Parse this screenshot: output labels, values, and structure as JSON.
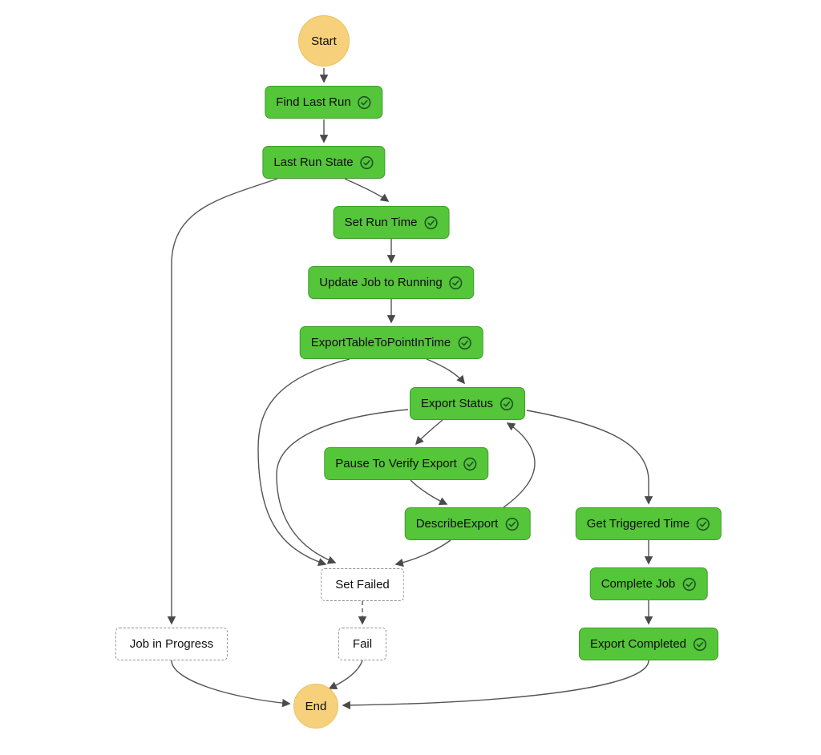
{
  "diagram": {
    "kind": "state-machine-execution-graph",
    "background": "#ffffff",
    "colors": {
      "succeeded_fill": "#55c53a",
      "succeeded_border": "#3f9e2b",
      "terminal_fill": "#f6d07a",
      "terminal_border": "#eac463",
      "not_executed_fill": "#ffffff",
      "not_executed_border": "#8f8f8f",
      "edge": "#545454",
      "text": "#0d0d0d",
      "check_icon": "#1c5423"
    },
    "nodes": {
      "start": {
        "label": "Start",
        "kind": "terminal-circle"
      },
      "find_last_run": {
        "label": "Find Last Run",
        "kind": "succeeded",
        "icon": "check-circle"
      },
      "last_run_state": {
        "label": "Last Run State",
        "kind": "succeeded",
        "icon": "check-circle"
      },
      "set_run_time": {
        "label": "Set Run Time",
        "kind": "succeeded",
        "icon": "check-circle"
      },
      "update_job_to_running": {
        "label": "Update Job to Running",
        "kind": "succeeded",
        "icon": "check-circle"
      },
      "export_table_to_point_in_time": {
        "label": "ExportTableToPointInTime",
        "kind": "succeeded",
        "icon": "check-circle"
      },
      "export_status": {
        "label": "Export Status",
        "kind": "succeeded",
        "icon": "check-circle"
      },
      "pause_to_verify_export": {
        "label": "Pause To Verify Export",
        "kind": "succeeded",
        "icon": "check-circle"
      },
      "describe_export": {
        "label": "DescribeExport",
        "kind": "succeeded",
        "icon": "check-circle"
      },
      "get_triggered_time": {
        "label": "Get Triggered Time",
        "kind": "succeeded",
        "icon": "check-circle"
      },
      "complete_job": {
        "label": "Complete Job",
        "kind": "succeeded",
        "icon": "check-circle"
      },
      "export_completed": {
        "label": "Export Completed",
        "kind": "succeeded",
        "icon": "check-circle"
      },
      "set_failed": {
        "label": "Set Failed",
        "kind": "not-executed"
      },
      "job_in_progress": {
        "label": "Job in Progress",
        "kind": "not-executed"
      },
      "fail": {
        "label": "Fail",
        "kind": "not-executed"
      },
      "end": {
        "label": "End",
        "kind": "terminal-circle"
      }
    },
    "edges": [
      {
        "from": "start",
        "to": "find_last_run",
        "style": "solid"
      },
      {
        "from": "find_last_run",
        "to": "last_run_state",
        "style": "solid"
      },
      {
        "from": "last_run_state",
        "to": "set_run_time",
        "style": "solid"
      },
      {
        "from": "last_run_state",
        "to": "job_in_progress",
        "style": "solid"
      },
      {
        "from": "set_run_time",
        "to": "update_job_to_running",
        "style": "solid"
      },
      {
        "from": "update_job_to_running",
        "to": "export_table_to_point_in_time",
        "style": "solid"
      },
      {
        "from": "export_table_to_point_in_time",
        "to": "export_status",
        "style": "solid"
      },
      {
        "from": "export_table_to_point_in_time",
        "to": "set_failed",
        "style": "solid"
      },
      {
        "from": "export_status",
        "to": "pause_to_verify_export",
        "style": "solid"
      },
      {
        "from": "export_status",
        "to": "set_failed",
        "style": "solid"
      },
      {
        "from": "export_status",
        "to": "get_triggered_time",
        "style": "solid"
      },
      {
        "from": "pause_to_verify_export",
        "to": "describe_export",
        "style": "solid"
      },
      {
        "from": "describe_export",
        "to": "export_status",
        "style": "solid"
      },
      {
        "from": "describe_export",
        "to": "set_failed",
        "style": "solid"
      },
      {
        "from": "get_triggered_time",
        "to": "complete_job",
        "style": "solid"
      },
      {
        "from": "complete_job",
        "to": "export_completed",
        "style": "solid"
      },
      {
        "from": "export_completed",
        "to": "end",
        "style": "solid"
      },
      {
        "from": "set_failed",
        "to": "fail",
        "style": "dashed"
      },
      {
        "from": "fail",
        "to": "end",
        "style": "solid"
      },
      {
        "from": "job_in_progress",
        "to": "end",
        "style": "solid"
      }
    ]
  }
}
